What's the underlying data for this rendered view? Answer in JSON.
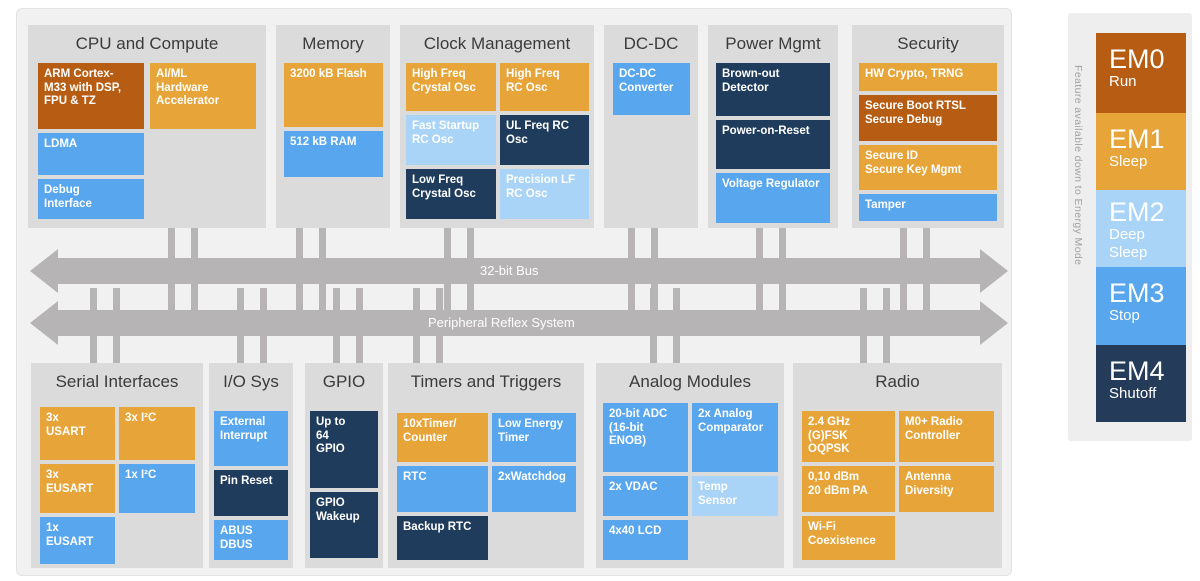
{
  "colors": {
    "dark_orange": "#b75d13",
    "orange": "#e7a438",
    "blue": "#57a6ee",
    "light_blue": "#a9d4f7",
    "navy": "#1f3c5c",
    "em4_navy": "#243c59",
    "bus_gray": "#b6b4b4",
    "panel_gray": "#dcdbdb"
  },
  "buses": {
    "bus_32bit": "32-bit Bus",
    "prs": "Peripheral Reflex System"
  },
  "panels": {
    "cpu": {
      "title": "CPU and Compute",
      "arm": "ARM Cortex-\nM33 with DSP,\nFPU & TZ",
      "aiml": "AI/ML\nHardware\nAccelerator",
      "ldma": "LDMA",
      "debug": "Debug\nInterface"
    },
    "memory": {
      "title": "Memory",
      "flash": "3200 kB Flash",
      "ram": "512 kB RAM"
    },
    "clock": {
      "title": "Clock Management",
      "hfxo": "High Freq\nCrystal Osc",
      "hfrco": "High Freq\nRC Osc",
      "fsrco": "Fast Startup\nRC Osc",
      "ulfrco": "UL Freq RC\nOsc",
      "lfxo": "Low Freq\nCrystal Osc",
      "plfrco": "Precision LF\nRC Osc"
    },
    "dcdc": {
      "title": "DC-DC",
      "converter": "DC-DC\nConverter"
    },
    "power": {
      "title": "Power Mgmt",
      "brownout": "Brown-out\nDetector",
      "por": "Power-on-Reset",
      "vreg": "Voltage Regulator"
    },
    "security": {
      "title": "Security",
      "crypto": "HW Crypto, TRNG",
      "boot": "Secure Boot RTSL\nSecure Debug",
      "id": "Secure ID\nSecure Key Mgmt",
      "tamper": "Tamper"
    },
    "serial": {
      "title": "Serial Interfaces",
      "usart": "3x\nUSART",
      "i2c3": "3x I²C",
      "eusart3": "3x\nEUSART",
      "i2c1": "1x I²C",
      "eusart1": "1x\nEUSART"
    },
    "io": {
      "title": "I/O Sys",
      "extint": "External\nInterrupt",
      "pinreset": "Pin Reset",
      "abus": "ABUS\nDBUS"
    },
    "gpio": {
      "title": "GPIO",
      "count": "Up to\n64\nGPIO",
      "wakeup": "GPIO\nWakeup"
    },
    "timers": {
      "title": "Timers and Triggers",
      "timer": "10xTimer/\nCounter",
      "letimer": "Low Energy\nTimer",
      "rtc": "RTC",
      "watchdog": "2xWatchdog",
      "backup": "Backup RTC"
    },
    "analog": {
      "title": "Analog Modules",
      "adc": "20-bit ADC\n(16-bit\nENOB)",
      "comparator": "2x Analog\nComparator",
      "vdac": "2x VDAC",
      "temp": "Temp\nSensor",
      "lcd": "4x40 LCD"
    },
    "radio": {
      "title": "Radio",
      "rf": "2.4 GHz\n(G)FSK\nOQPSK",
      "controller": "M0+ Radio\nController",
      "pa": "0,10 dBm\n20 dBm PA",
      "antenna": "Antenna\nDiversity",
      "wifi": "Wi-Fi\nCoexistence"
    }
  },
  "energy_sidebar": {
    "vertical_label": "Feature available down to Energy Mode",
    "modes": [
      {
        "name": "EM0",
        "state": "Run"
      },
      {
        "name": "EM1",
        "state": "Sleep"
      },
      {
        "name": "EM2",
        "state": "Deep\nSleep"
      },
      {
        "name": "EM3",
        "state": "Stop"
      },
      {
        "name": "EM4",
        "state": "Shutoff"
      }
    ]
  }
}
